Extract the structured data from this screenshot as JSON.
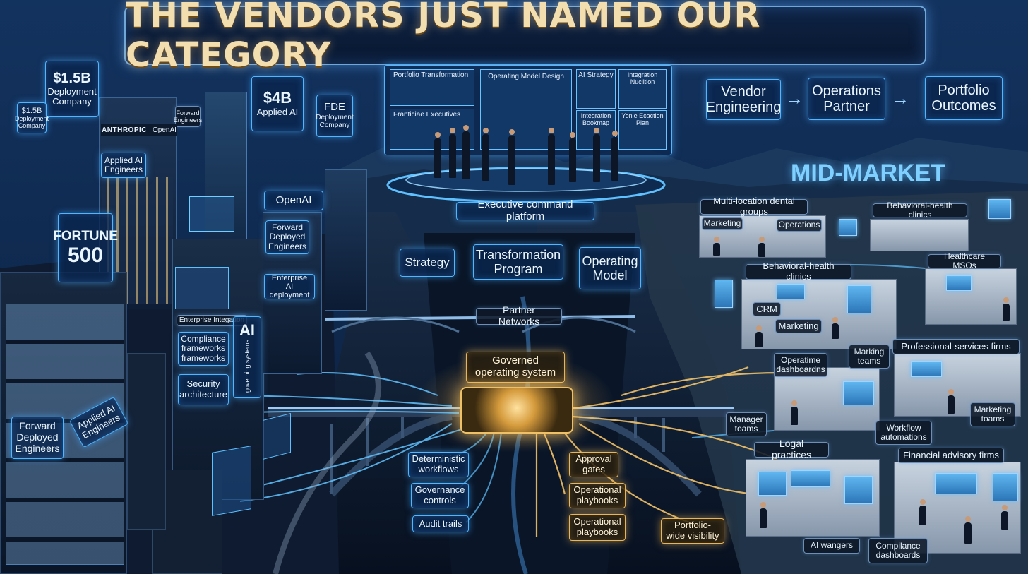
{
  "title": "THE VENDORS JUST NAMED OUR CATEGORY",
  "left_city": {
    "val_15b": {
      "amount": "$1.5B",
      "line1": "Deployment",
      "line2": "Company"
    },
    "val_15b_small": {
      "amount": "$1.5B",
      "line1": "Deployment",
      "line2": "Company"
    },
    "val_4b": {
      "amount": "$4B",
      "line1": "Applied AI"
    },
    "fde": {
      "line1": "FDE",
      "line2": "Deployment",
      "line3": "Company"
    },
    "small_sign": {
      "line1": "Forward",
      "line2": "Engineers"
    },
    "anthropic_logo": "ANTHROPIC",
    "openai_logo": "OpenAI",
    "openai_sign": "OpenAI",
    "applied_ai_top": "Applied AI Engineers",
    "fortune_line1": "FORTUNE",
    "fortune_line2": "500",
    "forward_deployed_right": "Forward Deployed Engineers",
    "enterprise_ai_deployment": "Enterprise AI deployment",
    "enterprise_integration": "Enterprise Integation",
    "compliance_frameworks": "Compliance frameworks frameworks",
    "security_architecture": "Security architecture",
    "ai_vertical_big": "AI",
    "ai_vertical_small": "governing systems",
    "forward_deployed_left": "Forward Deployed Engineers",
    "applied_ai_rotated": "Applied AI Engineers"
  },
  "executive_screens": {
    "portfolio_transformation": "Portfolio Transformation",
    "franchise_executives": "Franticiae Executives",
    "operating_model_design": "Operating Model Design",
    "ai_strategy": "AI Strategy",
    "integration_nuclition": "Integration Nuclition",
    "integration_bookmap": "Integration Bookmap",
    "execution_plan": "Yonie Ecaction Plan"
  },
  "executive_platform_label": "Executive command platform",
  "flow": {
    "vendor_engineering": "Vendor Engineering",
    "operations_partner": "Operations Partner",
    "portfolio_outcomes": "Portfolio Outcomes"
  },
  "center": {
    "strategy": "Strategy",
    "transformation_program": "Transformation Program",
    "operating_model": "Operating Model",
    "partner_networks": "Partner Networks",
    "governed_operating_system": "Governed operating system",
    "deterministic_workflows": "Deterministic workflows",
    "governance_controls": "Governance controls",
    "audit_trails": "Audit trails",
    "approval_gates": "Approval gates",
    "operational_playbooks_1": "Operational playbooks",
    "operational_playbooks_2": "Operational playbooks",
    "portfolio_wide_visibility": "Portfolio-wide visibility"
  },
  "mid_market": {
    "heading": "MID-MARKET",
    "multi_location_dental": "Multi-location dental groups",
    "marketing_1": "Marketing",
    "operations": "Operations",
    "behavioral_health_1": "Behavioral-health clinics",
    "behavioral_health_2": "Behavioral-health clinics",
    "healthcare_msos": "Healthcare MSOs",
    "crm": "CRM",
    "marketing_2": "Marketing",
    "marketing_teams_1": "Marking teams",
    "operatime_dashboards": "Operatime dashboardns",
    "professional_services": "Professional-services firms",
    "marketing_teams_2": "Marketing toams",
    "manager_teams": "Manager toams",
    "workflow_automations": "Workflow automations",
    "legal_practices": "Logal practices",
    "financial_advisory": "Financial advisory firms",
    "ai_managers": "AI wangers",
    "compliance_dashboards": "Compilance dashboards"
  },
  "colors": {
    "accent_blue": "#4fb6ff",
    "gold": "#e7b55a",
    "title_gold": "#f3deb0"
  }
}
